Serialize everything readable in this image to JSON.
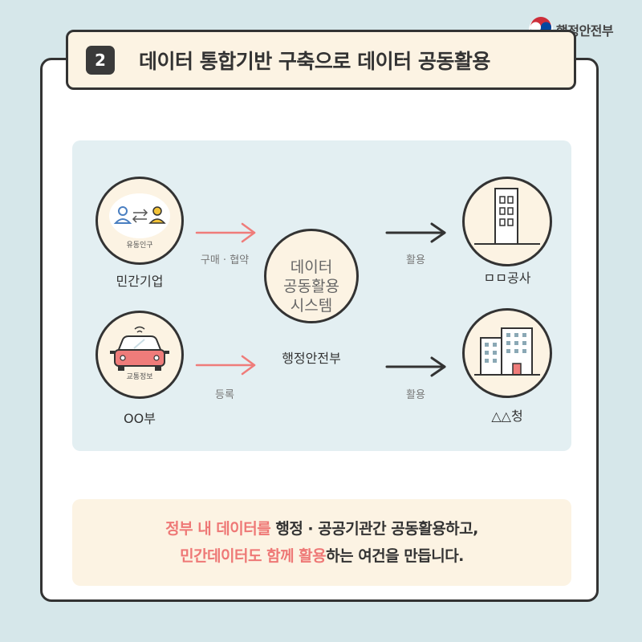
{
  "logo": {
    "text": "행정안전부"
  },
  "title": {
    "number": "2",
    "text": "데이터 통합기반 구축으로 데이터 공동활용"
  },
  "diagram": {
    "left_top": {
      "icon_label": "유동인구",
      "label": "민간기업"
    },
    "left_bottom": {
      "icon_label": "교통정보",
      "label": "OO부"
    },
    "center": {
      "lines": [
        "데이터",
        "공동활용",
        "시스템"
      ],
      "label": "행정안전부"
    },
    "right_top": {
      "label": "ㅁㅁ공사"
    },
    "right_bottom": {
      "label": "△△청"
    },
    "arrows": {
      "purchase": "구매 · 협약",
      "register": "등록",
      "use_top": "활용",
      "use_bottom": "활용"
    }
  },
  "bottom": {
    "line1_highlight": "정부 내 데이터를",
    "line1_rest": " 행정 · 공공기관간 공동활용하고,",
    "line2_highlight": "민간데이터도 함께 활용",
    "line2_rest": "하는 여건을 만듭니다."
  },
  "colors": {
    "accent": "#ee7876",
    "background": "#d6e7ea",
    "node_fill": "#fcf3e3",
    "dark": "#333333"
  }
}
